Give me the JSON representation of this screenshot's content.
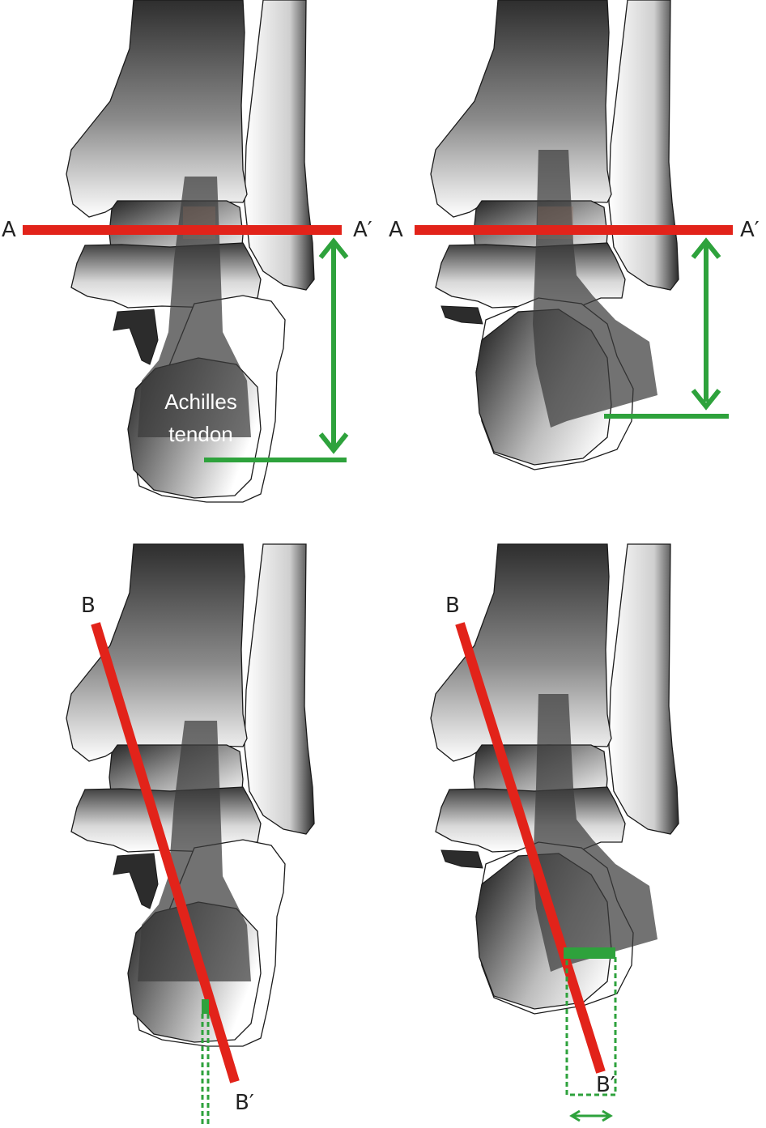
{
  "panels": [
    {
      "id": "top-left",
      "line_start_label": "A",
      "line_end_label": "A′",
      "annotation_lines": [
        "Achilles",
        "tendon"
      ]
    },
    {
      "id": "top-right",
      "line_start_label": "A",
      "line_end_label": "A′"
    },
    {
      "id": "bottom-left",
      "line_start_label": "B",
      "line_end_label": "B′"
    },
    {
      "id": "bottom-right",
      "line_start_label": "B",
      "line_end_label": "B′"
    }
  ],
  "colors": {
    "reference_line": "#e2231a",
    "measurement": "#2ea23c",
    "bone_outline": "#1a1a1a",
    "bone_dark": "#3a3a3a",
    "tendon": "#5a5a5a"
  },
  "icons": [
    "double-arrow-icon",
    "dashed-projection-icon"
  ]
}
